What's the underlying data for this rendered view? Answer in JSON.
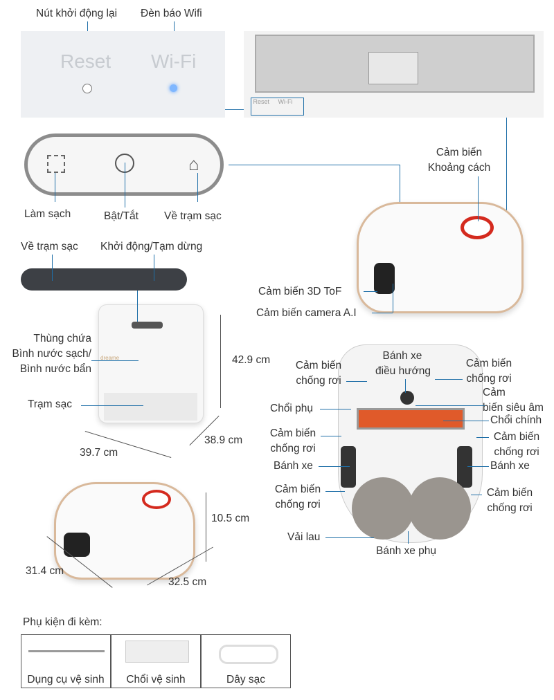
{
  "top": {
    "reset_button_label": "Nút khởi động lại",
    "wifi_light_label": "Đèn báo Wifi",
    "panel_reset": "Reset",
    "panel_wifi": "Wi-Fi"
  },
  "controls": {
    "clean": "Làm sạch",
    "power": "Bật/Tắt",
    "home": "Về trạm sạc"
  },
  "robot_top": {
    "distance_sensor_1": "Cảm biến",
    "distance_sensor_2": "Khoảng cách",
    "tof": "Cảm biến 3D ToF",
    "camera": "Cảm biến camera A.I"
  },
  "station": {
    "home": "Về trạm sạc",
    "start_pause": "Khởi động/Tạm dừng",
    "tank_1": "Thùng chứa",
    "tank_2": "Bình nước sạch/",
    "tank_3": "Bình nước bẩn",
    "dock": "Trạm sạc",
    "height": "42.9 cm",
    "depth": "38.9 cm",
    "width": "39.7 cm",
    "brand": "dreame"
  },
  "robot_dims": {
    "height": "10.5 cm",
    "depth": "31.4 cm",
    "width": "32.5 cm"
  },
  "underside": {
    "cliff_a1": "Cảm biến",
    "cliff_a2": "chống rơi",
    "nav_wheel_1": "Bánh xe",
    "nav_wheel_2": "điều hướng",
    "cliff_b1": "Cảm biến",
    "cliff_b2": "chống rơi",
    "ultra_1": "Cảm",
    "ultra_2": "biến siêu âm",
    "side_brush": "Chổi phụ",
    "main_brush": "Chổi chính",
    "cliff_c1": "Cảm biến",
    "cliff_c2": "chống rơi",
    "cliff_d1": "Cảm biến",
    "cliff_d2": "chống rơi",
    "wheel_left": "Bánh xe",
    "wheel_right": "Bánh xe",
    "cliff_e1": "Cảm biến",
    "cliff_e2": "chống rơi",
    "cliff_f1": "Cảm biến",
    "cliff_f2": "chống rơi",
    "mop": "Vải lau",
    "caster": "Bánh xe phụ"
  },
  "accessories": {
    "title": "Phụ kiện đi kèm:",
    "items": [
      "Dụng cụ vệ sinh",
      "Chổi vệ sinh",
      "Dây sạc"
    ]
  },
  "colors": {
    "line": "#1f6fa8",
    "gold": "#d9b99b",
    "red": "#d42a1e"
  }
}
